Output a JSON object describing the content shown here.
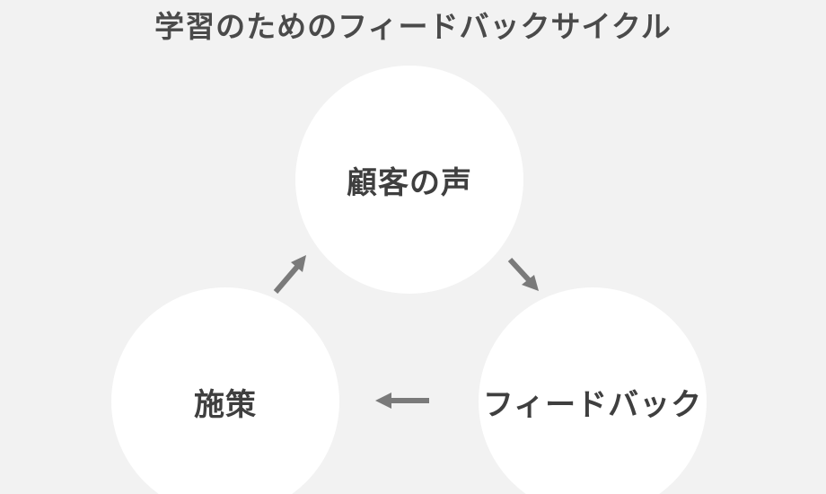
{
  "title": "学習のためのフィードバックサイクル",
  "nodes": {
    "top": "顧客の声",
    "right": "フィードバック",
    "left": "施策"
  },
  "colors": {
    "background": "#f2f2f2",
    "circle": "#ffffff",
    "text": "#3f3f3f",
    "arrow": "#7a7a7a"
  },
  "arrows": [
    {
      "from": "顧客の声",
      "to": "フィードバック"
    },
    {
      "from": "フィードバック",
      "to": "施策"
    },
    {
      "from": "施策",
      "to": "顧客の声"
    }
  ]
}
